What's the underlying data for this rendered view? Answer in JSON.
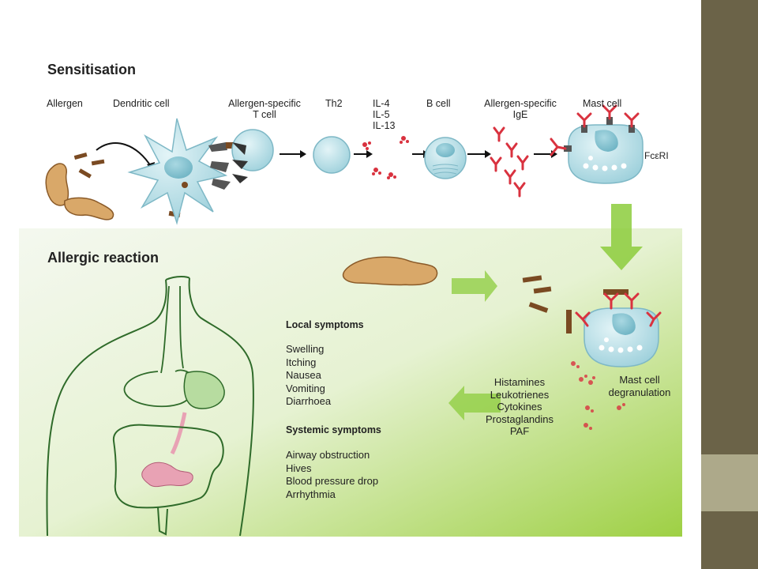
{
  "sensitisation": {
    "title": "Sensitisation",
    "labels": {
      "allergen": "Allergen",
      "dendritic": "Dendritic cell",
      "tcell_1": "Allergen-specific",
      "tcell_2": "T cell",
      "th2": "Th2",
      "il4": "IL-4",
      "il5": "IL-5",
      "il13": "IL-13",
      "bcell": "B cell",
      "ige_1": "Allergen-specific",
      "ige_2": "IgE",
      "mast": "Mast cell",
      "receptor": "FcεRI"
    }
  },
  "reaction": {
    "title": "Allergic reaction",
    "local_heading": "Local symptoms",
    "local": [
      "Swelling",
      "Itching",
      "Nausea",
      "Vomiting",
      "Diarrhoea"
    ],
    "systemic_heading": "Systemic symptoms",
    "systemic": [
      "Airway obstruction",
      "Hives",
      "Blood pressure drop",
      "Arrhythmia"
    ],
    "mediators": [
      "Histamines",
      "Leukotrienes",
      "Cytokines",
      "Prostaglandins",
      "PAF"
    ],
    "degranulation_1": "Mast cell",
    "degranulation_2": "degranulation"
  },
  "colors": {
    "sidebar_dark": "#6b6348",
    "sidebar_light": "#ada98a",
    "cell": "#bfe3ea",
    "antibody": "#d9323f",
    "allergen": "#7a4a22",
    "green_arrow": "#8ccc3c"
  }
}
